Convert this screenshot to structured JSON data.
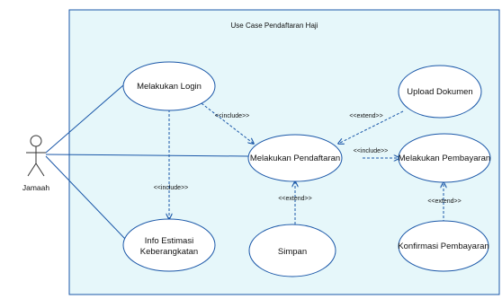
{
  "diagram": {
    "system_title": "Use Case Pendaftaran Haji",
    "actor": {
      "name": "Jamaah"
    },
    "use_cases": {
      "login": "Melakukan Login",
      "info_line1": "Info Estimasi",
      "info_line2": "Keberangkatan",
      "pendaftaran": "Melakukan Pendaftaran",
      "upload": "Upload Dokumen",
      "pembayaran": "Melakukan Pembayaran",
      "simpan": "Simpan",
      "konfirmasi": "Konfirmasi Pembayaran"
    },
    "stereotypes": {
      "login_pendaftaran": "<<include>>",
      "login_info": "<<include>>",
      "upload_pendaftaran": "<<extend>>",
      "pendaftaran_pembayaran": "<<include>>",
      "simpan_pendaftaran": "<<extend>>",
      "konfirmasi_pembayaran": "<<extend>>"
    },
    "colors": {
      "line": "#1a57a8",
      "use_case_fill": "#ffffff",
      "system_fill": "#e6f7fa"
    }
  }
}
